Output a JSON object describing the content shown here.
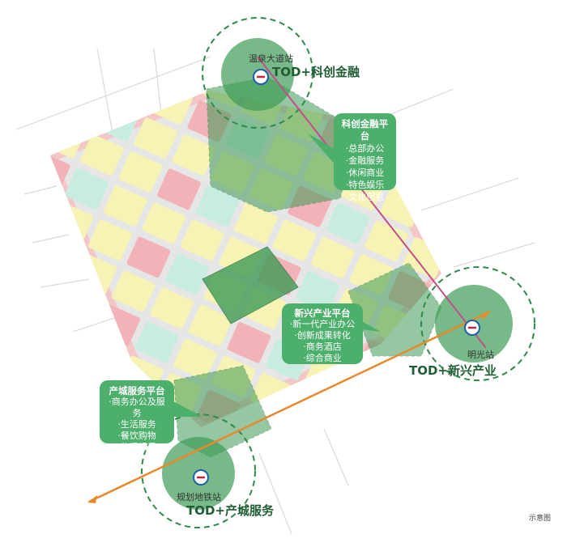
{
  "stations": [
    {
      "name": "温泉大道站",
      "tod": "TOD+科创金融"
    },
    {
      "name": "明光站",
      "tod": "TOD+新兴产业"
    },
    {
      "name": "规划地铁站",
      "tod": "TOD+产城服务"
    }
  ],
  "platforms": [
    {
      "title": "科创金融平台",
      "items": [
        "总部办公",
        "金融服务",
        "休闲商业",
        "特色娱乐",
        "文化创意"
      ]
    },
    {
      "title": "新兴产业平台",
      "items": [
        "新一代产业办公",
        "创新成果转化",
        "商务酒店",
        "综合商业"
      ]
    },
    {
      "title": "产城服务平台",
      "items": [
        "商务办公及服务",
        "生活服务",
        "餐饮购物",
        "休闲娱乐"
      ]
    }
  ],
  "note": "示意图",
  "colors": {
    "green_zone": "#3f9b57",
    "callout": "#4daf6c",
    "metro_line_pink": "#c0508a",
    "metro_line_orange": "#e8892b",
    "block_yellow": "#f7f3b4",
    "block_pink": "#f2b3b8",
    "block_teal": "#c9ece2",
    "boundary": "#f3c7c7"
  },
  "icons": [
    "metro-station-icon"
  ]
}
